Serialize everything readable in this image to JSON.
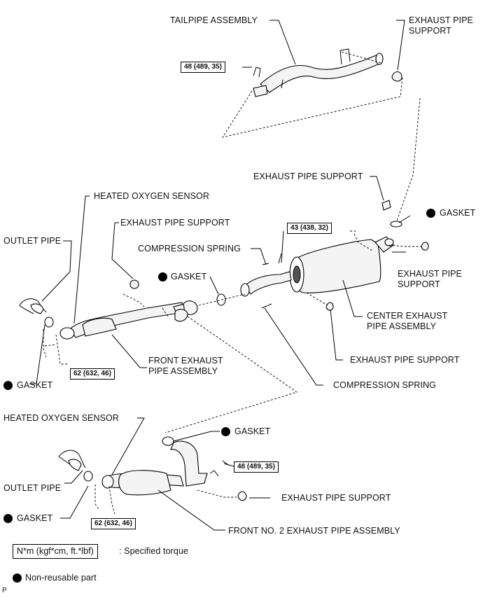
{
  "labels": {
    "tailpipe_assembly": "TAILPIPE ASSEMBLY",
    "exhaust_pipe_support_top": "EXHAUST PIPE\nSUPPORT",
    "exhaust_pipe_support_mid": "EXHAUST PIPE SUPPORT",
    "gasket_right": "GASKET",
    "heated_oxygen_sensor_1": "HEATED OXYGEN SENSOR",
    "exhaust_pipe_support_left": "EXHAUST PIPE SUPPORT",
    "outlet_pipe_1": "OUTLET PIPE",
    "compression_spring_1": "COMPRESSION SPRING",
    "gasket_center": "GASKET",
    "exhaust_pipe_support_right": "EXHAUST PIPE\nSUPPORT",
    "center_exhaust_pipe_assembly": "CENTER EXHAUST\nPIPE ASSEMBLY",
    "gasket_left": "GASKET",
    "front_exhaust_pipe_assembly": "FRONT EXHAUST\nPIPE ASSEMBLY",
    "exhaust_pipe_support_lower_right": "EXHAUST PIPE SUPPORT",
    "compression_spring_2": "COMPRESSION SPRING",
    "heated_oxygen_sensor_2": "HEATED OXYGEN SENSOR",
    "gasket_lower": "GASKET",
    "outlet_pipe_2": "OUTLET PIPE",
    "exhaust_pipe_support_bottom": "EXHAUST PIPE SUPPORT",
    "gasket_bottom_left": "GASKET",
    "front_no2_exhaust_pipe_assembly": "FRONT NO. 2 EXHAUST PIPE ASSEMBLY"
  },
  "torques": {
    "tailpipe": "48 (489, 35)",
    "center": "43 (438, 32)",
    "front": "62 (632, 46)",
    "front_no2_upper": "48 (489, 35)",
    "front_no2_lower": "62 (632, 46)"
  },
  "legend": {
    "torque_box": "N*m (kgf*cm, ft.*lbf)",
    "torque_desc": ": Specified torque",
    "nonreusable": "Non-reusable part"
  },
  "footer_code": "P"
}
